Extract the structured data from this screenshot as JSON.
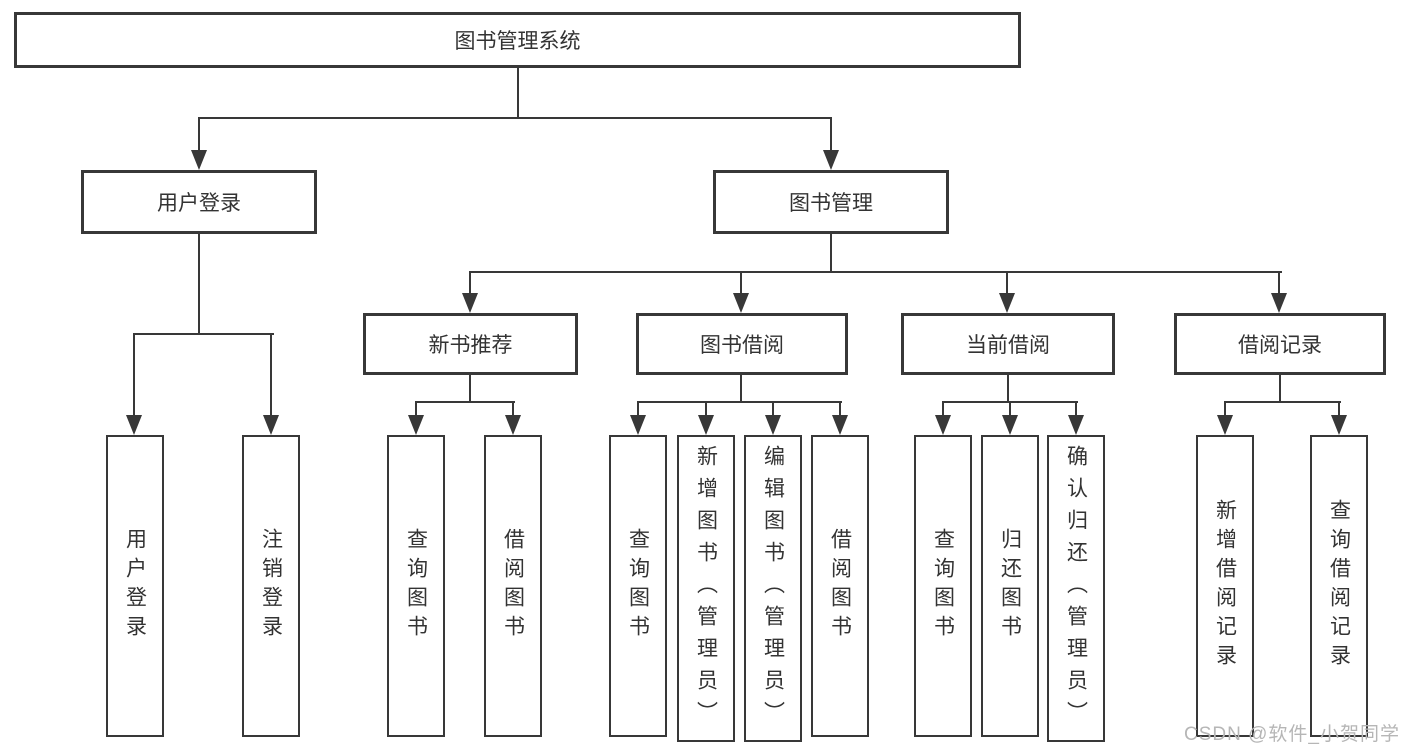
{
  "diagram": {
    "root_label": "图书管理系统",
    "user_login_branch": {
      "label": "用户登录",
      "children": [
        "用户登录",
        "注销登录"
      ]
    },
    "book_mgmt_branch": {
      "label": "图书管理",
      "groups": [
        {
          "label": "新书推荐",
          "children": [
            "查询图书",
            "借阅图书"
          ]
        },
        {
          "label": "图书借阅",
          "children": [
            "查询图书",
            "新增图书（管理员）",
            "编辑图书（管理员）",
            "借阅图书"
          ]
        },
        {
          "label": "当前借阅",
          "children": [
            "查询图书",
            "归还图书",
            "确认归还（管理员）"
          ]
        },
        {
          "label": "借阅记录",
          "children": [
            "新增借阅记录",
            "查询借阅记录"
          ]
        }
      ]
    }
  },
  "watermark": {
    "text": "CSDN @软件_小贺同学"
  },
  "colors": {
    "line": "#383838",
    "text": "#333333",
    "watermark": "#b6b6b6",
    "background": "#ffffff"
  }
}
